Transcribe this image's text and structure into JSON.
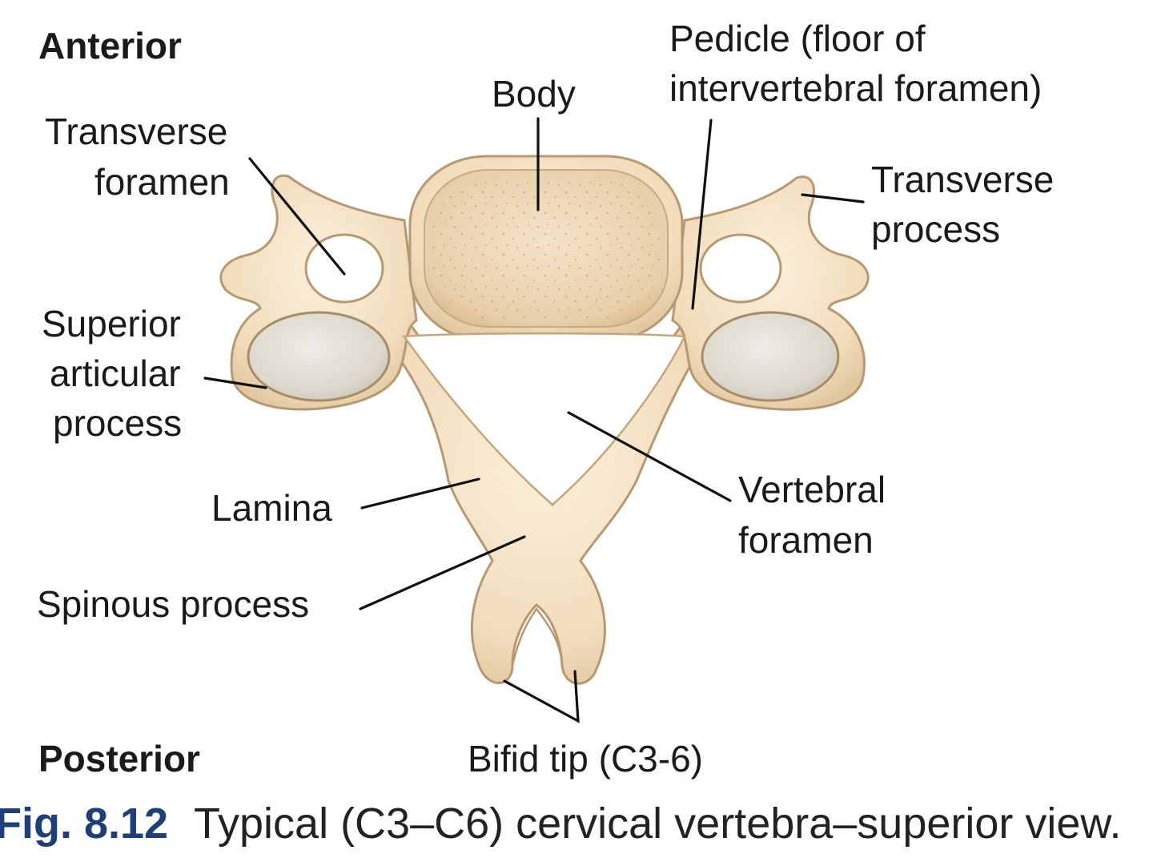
{
  "orientation": {
    "top": "Anterior",
    "bottom": "Posterior"
  },
  "labels": {
    "body": "Body",
    "pedicle_line1": "Pedicle (floor of",
    "pedicle_line2": "intervertebral foramen)",
    "transverse_foramen_line1": "Transverse",
    "transverse_foramen_line2": "foramen",
    "transverse_process_line1": "Transverse",
    "transverse_process_line2": "process",
    "superior_articular_line1": "Superior",
    "superior_articular_line2": "articular",
    "superior_articular_line3": "process",
    "lamina": "Lamina",
    "vertebral_foramen_line1": "Vertebral",
    "vertebral_foramen_line2": "foramen",
    "spinous_process": "Spinous process",
    "bifid_tip": "Bifid tip (C3-6)"
  },
  "caption": {
    "number": "Fig. 8.12",
    "text": "Typical (C3–C6) cervical vertebra–superior view."
  },
  "colors": {
    "bone": "#f3e2c6",
    "bone_shade": "#d9bf99",
    "bone_outline": "#b89870",
    "body_surface": "#ecd6b4",
    "articular_facet": "#dedbd2",
    "caption_number": "#1f3f78"
  }
}
